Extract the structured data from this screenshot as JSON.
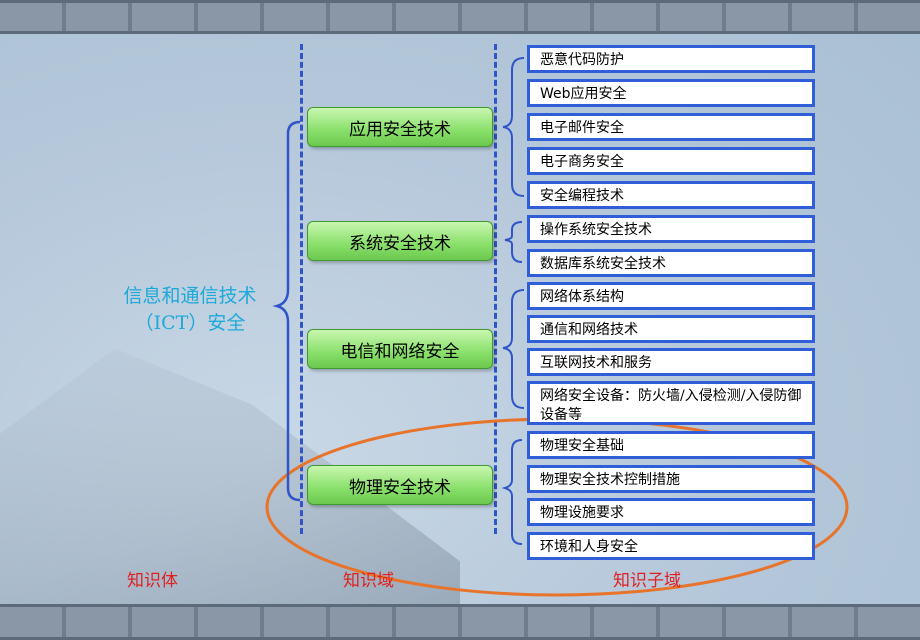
{
  "root": {
    "line1": "信息和通信技术",
    "line2": "（ICT）安全"
  },
  "domains": [
    {
      "label": "应用安全技术"
    },
    {
      "label": "系统安全技术"
    },
    {
      "label": "电信和网络安全"
    },
    {
      "label": "物理安全技术"
    }
  ],
  "subdomains": [
    {
      "label": "恶意代码防护"
    },
    {
      "label": "Web应用安全"
    },
    {
      "label": "电子邮件安全"
    },
    {
      "label": "电子商务安全"
    },
    {
      "label": "安全编程技术"
    },
    {
      "label": "操作系统安全技术"
    },
    {
      "label": "数据库系统安全技术"
    },
    {
      "label": "网络体系结构"
    },
    {
      "label": "通信和网络技术"
    },
    {
      "label": "互联网技术和服务"
    },
    {
      "label": "网络安全设备：防火墙/入侵检测/入侵防御设备等"
    },
    {
      "label": "物理安全基础"
    },
    {
      "label": "物理安全技术控制措施"
    },
    {
      "label": "物理设施要求"
    },
    {
      "label": "环境和人身安全"
    }
  ],
  "column_labels": {
    "body": "知识体",
    "domain": "知识域",
    "subdomain": "知识子域"
  },
  "colors": {
    "brace": "#2f55c8",
    "highlight": "#e8732a",
    "domain_fill": "#88e06a",
    "label_red": "#e02020",
    "title_cyan": "#1ea9d8"
  }
}
